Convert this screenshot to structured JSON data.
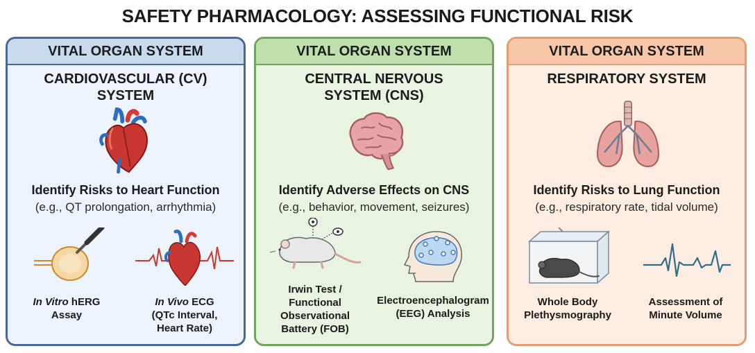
{
  "title": "SAFETY PHARMACOLOGY: ASSESSING FUNCTIONAL RISK",
  "colors": {
    "cv_border": "#46699b",
    "cv_header": "#c9d9ee",
    "cv_bg": "#edf3fa",
    "cns_border": "#6ea65c",
    "cns_header": "#bfe0ac",
    "cns_bg": "#e8f3e2",
    "resp_border": "#e69c72",
    "resp_header": "#f8c7a8",
    "resp_bg": "#fdece2"
  },
  "panels": [
    {
      "header": "VITAL ORGAN SYSTEM",
      "system": "CARDIOVASCULAR (CV) SYSTEM",
      "icon": "heart-icon",
      "risk": "Identify Risks to Heart Function",
      "examples": "(e.g., QT prolongation, arrhythmia)",
      "methods": [
        {
          "icon": "herg-cell-electrode-icon",
          "label_em": "In Vitro",
          "label_rest": " hERG",
          "label_line2": "Assay"
        },
        {
          "icon": "ecg-heart-icon",
          "label_em": "In Vivo",
          "label_rest": " ECG",
          "label_line2": "(QTc Interval,",
          "label_line3": "Heart Rate)"
        }
      ]
    },
    {
      "header": "VITAL ORGAN SYSTEM",
      "system": "CENTRAL NERVOUS SYSTEM (CNS)",
      "icon": "brain-icon",
      "risk": "Identify Adverse Effects on CNS",
      "examples": "(e.g., behavior, movement, seizures)",
      "methods": [
        {
          "icon": "rat-observation-icon",
          "label_lines": [
            "Irwin Test /",
            "Functional",
            "Observational",
            "Battery (FOB)"
          ]
        },
        {
          "icon": "eeg-head-icon",
          "label_lines": [
            "Electroencephalogram",
            "(EEG) Analysis"
          ]
        }
      ]
    },
    {
      "header": "VITAL ORGAN SYSTEM",
      "system": "RESPIRATORY SYSTEM",
      "icon": "lungs-icon",
      "risk": "Identify Risks to Lung Function",
      "examples": "(e.g., respiratory rate, tidal volume)",
      "methods": [
        {
          "icon": "plethysmograph-chamber-icon",
          "label_lines": [
            "Whole Body",
            "Plethysmography"
          ]
        },
        {
          "icon": "respiratory-waveform-icon",
          "label_lines": [
            "Assessment of",
            "Minute Volume"
          ]
        }
      ]
    }
  ]
}
